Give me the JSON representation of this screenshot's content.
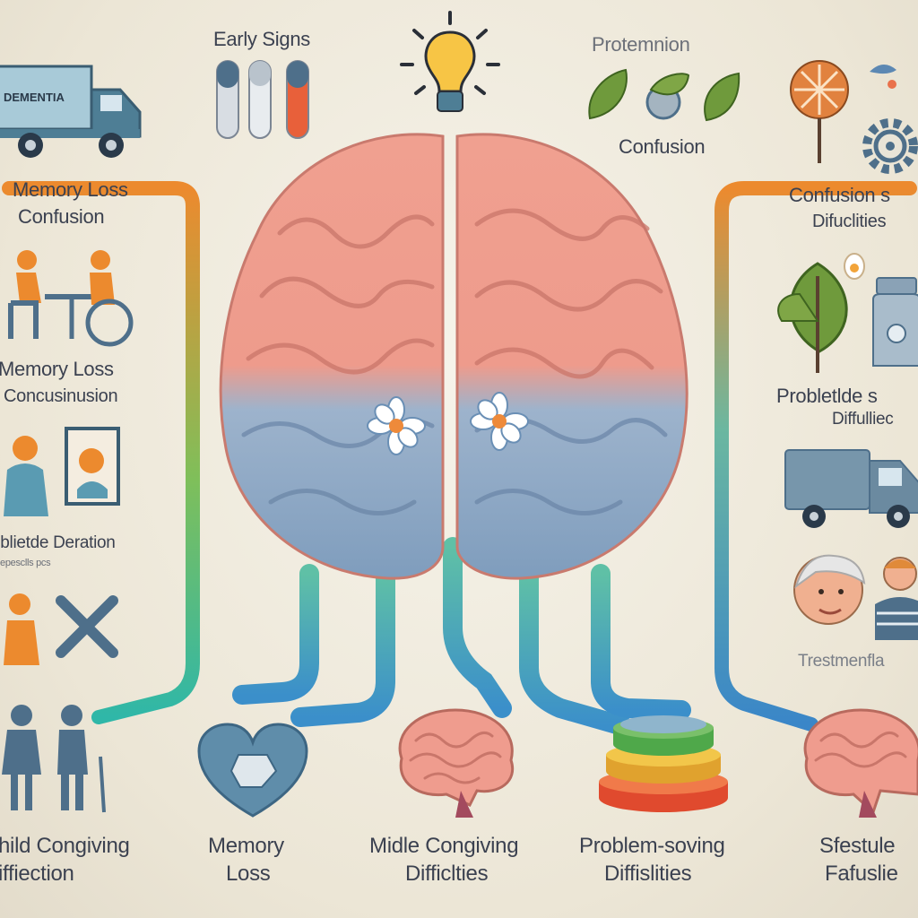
{
  "colors": {
    "brain_pink": "#ef9c8e",
    "brain_blue": "#8fa9c4",
    "ribbon_orange": "#ec8a2e",
    "ribbon_teal": "#3fb9a0",
    "ribbon_blue": "#3d8fc8",
    "truck_blue": "#4e7e95"
  },
  "top": {
    "early_signs": "Early Signs",
    "protemnion": "Protemnion",
    "confusion": "Confusion"
  },
  "left": {
    "truck_label": "DEMENTIA",
    "memory_loss_1": "Memory Loss",
    "confusion_1": "Confusion",
    "memory_loss_2": "Memory Loss",
    "confusion_2": "Concusinusion",
    "deration": "oblietde Deration",
    "deration_sub": "epesclls pcs",
    "caregiving": "hild Congiving",
    "caregiving_2": "iffiection"
  },
  "right": {
    "confusion_top": "Confusion s",
    "difficulties_top": "Difuclities",
    "problem_1": "Probletlde s",
    "problem_2": "Diffulliec",
    "treatment": "Trestmenfla"
  },
  "bottom": {
    "memory_1": "Memory",
    "memory_2": "Loss",
    "middle_1": "Midle Congiving",
    "middle_2": "Difficlties",
    "problem_1": "Problem-soving",
    "problem_2": "Diffislities",
    "lifestyle_1": "Sfestule",
    "lifestyle_2": "Fafuslie"
  }
}
